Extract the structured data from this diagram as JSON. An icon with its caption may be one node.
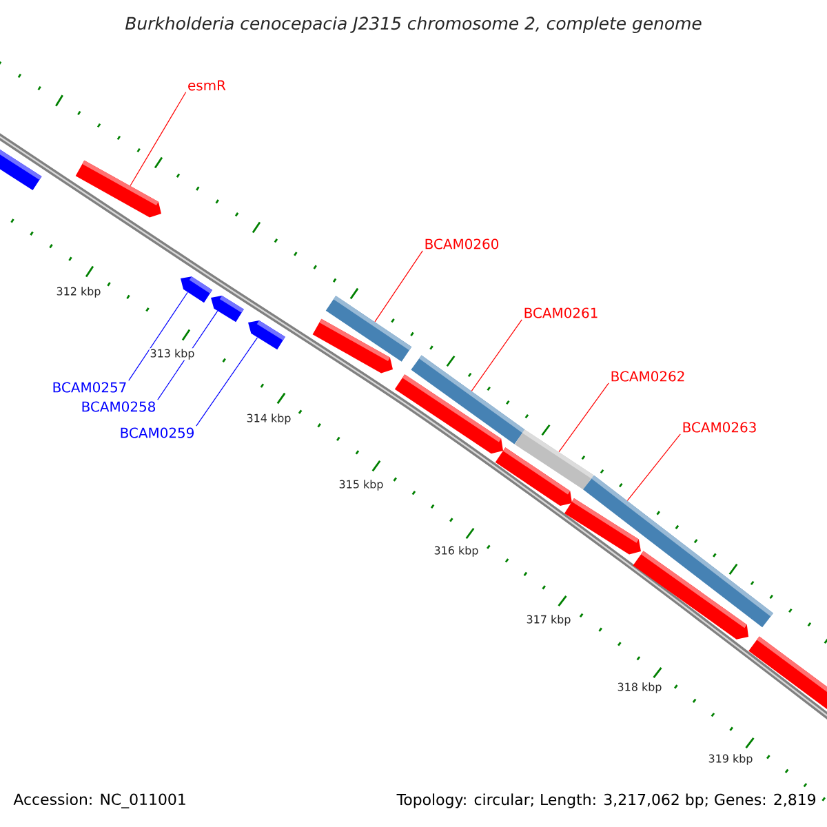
{
  "diagram": {
    "title": "Burkholderia cenocepacia J2315 chromosome 2, complete genome",
    "nodes": [
      {
        "text": [
          "esmR"
        ]
      },
      {
        "text": [
          "BCAM0260"
        ]
      },
      {
        "text": [
          "BCAM0261"
        ]
      },
      {
        "text": [
          "BCAM0262"
        ]
      },
      {
        "text": [
          "BCAM0263"
        ]
      },
      {
        "text": [
          "BCAM0257"
        ]
      },
      {
        "text": [
          "BCAM0258"
        ]
      },
      {
        "text": [
          "BCAM0259"
        ]
      },
      {
        "text": [],
        "shape": "bar"
      },
      {
        "text": [],
        "shape": "bar"
      },
      {
        "text": [],
        "shape": "bar"
      },
      {
        "text": [],
        "shape": "bar"
      },
      {
        "text": [],
        "shape": "bar"
      },
      {
        "text": [],
        "shape": "bar"
      },
      {
        "text": [],
        "shape": "bar"
      },
      {
        "text": [],
        "shape": "bar"
      },
      {
        "text": [],
        "shape": "bar"
      },
      {
        "text": [],
        "shape": "bar"
      },
      {
        "text": [],
        "shape": "bar"
      },
      {
        "text": [],
        "shape": "bar"
      },
      {
        "text": [],
        "shape": "bar"
      },
      {
        "text": [],
        "shape": "bar"
      },
      {
        "text": [],
        "shape": "bar"
      }
    ],
    "edges": [
      {
        "from": 0,
        "to": 9,
        "arrow": "none"
      },
      {
        "from": 1,
        "to": 14,
        "arrow": "none"
      },
      {
        "from": 2,
        "to": 16,
        "arrow": "none"
      },
      {
        "from": 3,
        "to": 18,
        "arrow": "none"
      },
      {
        "from": 4,
        "to": 20,
        "arrow": "none"
      },
      {
        "from": 5,
        "to": 10,
        "arrow": "none",
        "color": "#0000ff"
      },
      {
        "from": 6,
        "to": 11,
        "arrow": "none",
        "color": "#0000ff"
      },
      {
        "from": 7,
        "to": 12,
        "arrow": "none",
        "color": "#0000ff"
      }
    ],
    "labels": [
      "312 kbp",
      "313 kbp",
      "314 kbp",
      "315 kbp",
      "316 kbp",
      "317 kbp",
      "318 kbp",
      "319 kbp",
      "Accession: NC_011001",
      "Topology: circular; Length: 3,217,062 bp; Genes: 2,819"
    ]
  }
}
